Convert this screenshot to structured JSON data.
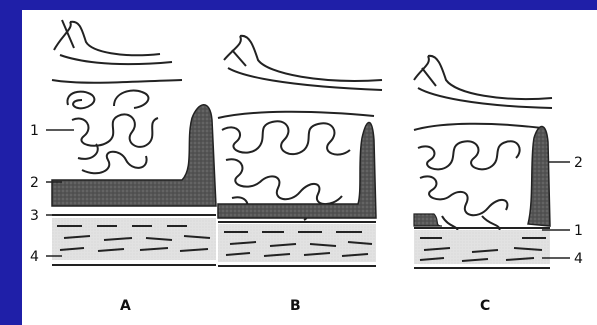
{
  "diagram": {
    "panel_labels": [
      "A",
      "B",
      "C"
    ],
    "left_labels": [
      "1",
      "2",
      "3",
      "4"
    ],
    "right_labels": [
      "2",
      "1",
      "4"
    ]
  },
  "colors": {
    "background": "#1f1fa8",
    "panel": "#ffffff",
    "ink": "#222222",
    "stroma_dark": "#4a4a4a",
    "muscle_light": "#d9d9d9"
  }
}
